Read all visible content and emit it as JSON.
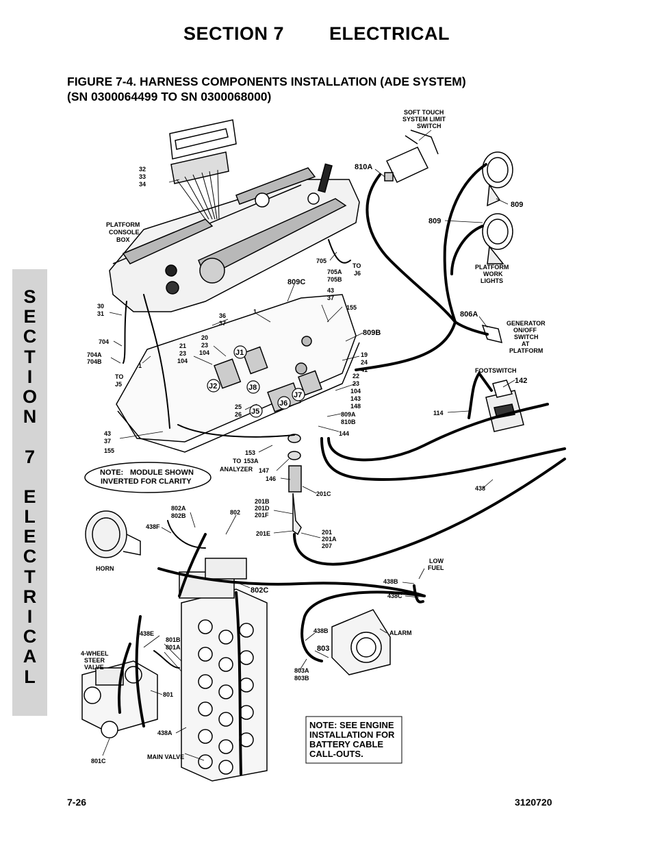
{
  "header": {
    "section_number": "SECTION 7",
    "section_title": "ELECTRICAL"
  },
  "figure": {
    "title_line1": "FIGURE 7-4. HARNESS COMPONENTS INSTALLATION (ADE SYSTEM)",
    "title_line2": "(SN 0300064499 TO SN 0300068000)"
  },
  "side_tab": {
    "letters": [
      "S",
      "E",
      "C",
      "T",
      "I",
      "O",
      "N",
      "",
      "7",
      "",
      "E",
      "L",
      "E",
      "C",
      "T",
      "R",
      "I",
      "C",
      "A",
      "L"
    ]
  },
  "callouts": {
    "c32": "32",
    "c33": "33",
    "c34": "34",
    "platform_console_box_1": "PLATFORM",
    "platform_console_box_2": "CONSOLE",
    "platform_console_box_3": "BOX",
    "soft_touch_1": "SOFT TOUCH",
    "soft_touch_2": "SYSTEM LIMIT",
    "soft_touch_3": "SWITCH",
    "c810A": "810A",
    "c809a": "809",
    "c809b": "809",
    "work_lights_1": "PLATFORM",
    "work_lights_2": "WORK",
    "work_lights_3": "LIGHTS",
    "c705": "705",
    "c705A": "705A",
    "c705B": "705B",
    "to_j6_1": "TO",
    "to_j6_2": "J6",
    "c809C": "809C",
    "c43a": "43",
    "c37a": "37",
    "c155a": "155",
    "c1a": "1",
    "c30": "30",
    "c31": "31",
    "c36": "36",
    "c37b": "37",
    "c806A": "806A",
    "gen_1": "GENERATOR",
    "gen_2": "ON/OFF",
    "gen_3": "SWITCH",
    "gen_4": "AT",
    "gen_5": "PLATFORM",
    "c809B": "809B",
    "c704": "704",
    "c704A": "704A",
    "c704B": "704B",
    "to_j5_1": "TO",
    "to_j5_2": "J5",
    "c1b": "1",
    "c20": "20",
    "c23a": "23",
    "c104a": "104",
    "c21": "21",
    "c23b": "23",
    "c104b": "104",
    "c19": "19",
    "c24": "24",
    "c41": "41",
    "c22": "22",
    "c23c": "23",
    "c104c": "104",
    "c143": "143",
    "c148": "148",
    "footswitch": "FOOTSWITCH",
    "c142": "142",
    "c114": "114",
    "j1": "J1",
    "j2": "J2",
    "j8": "J8",
    "j7": "J7",
    "j6": "J6",
    "j5": "J5",
    "c25": "25",
    "c26": "26",
    "c809A": "809A",
    "c810B": "810B",
    "c144": "144",
    "c43b": "43",
    "c37c": "37",
    "c155b": "155",
    "c153": "153",
    "to_analyzer_1": "TO",
    "c153A": "153A",
    "to_analyzer_2": "ANALYZER",
    "c147": "147",
    "c146": "146",
    "c201C": "201C",
    "c438a": "438",
    "module_note_1": "NOTE:",
    "module_note_2": "MODULE SHOWN",
    "module_note_3": "INVERTED FOR CLARITY",
    "c802A": "802A",
    "c802B": "802B",
    "c802": "802",
    "c438F": "438F",
    "horn": "HORN",
    "c201B": "201B",
    "c201D": "201D",
    "c201F": "201F",
    "c201E": "201E",
    "c201": "201",
    "c201A": "201A",
    "c207": "207",
    "low_fuel_1": "LOW",
    "low_fuel_2": "FUEL",
    "c438B": "438B",
    "c438C": "438C",
    "c802C": "802C",
    "c438E": "438E",
    "c801B": "801B",
    "c801A": "801A",
    "steer_1": "4-WHEEL",
    "steer_2": "STEER",
    "steer_3": "VALVE",
    "c438B2": "438B",
    "c803": "803",
    "alarm": "ALARM",
    "c803A": "803A",
    "c803B": "803B",
    "c801": "801",
    "c438A": "438A",
    "c801C": "801C",
    "main_valve": "MAIN VALVE",
    "engine_note_1": "NOTE: SEE ENGINE",
    "engine_note_2": "INSTALLATION FOR",
    "engine_note_3": "BATTERY CABLE",
    "engine_note_4": "CALL-OUTS."
  },
  "footer": {
    "page_number": "7-26",
    "doc_number": "3120720"
  }
}
